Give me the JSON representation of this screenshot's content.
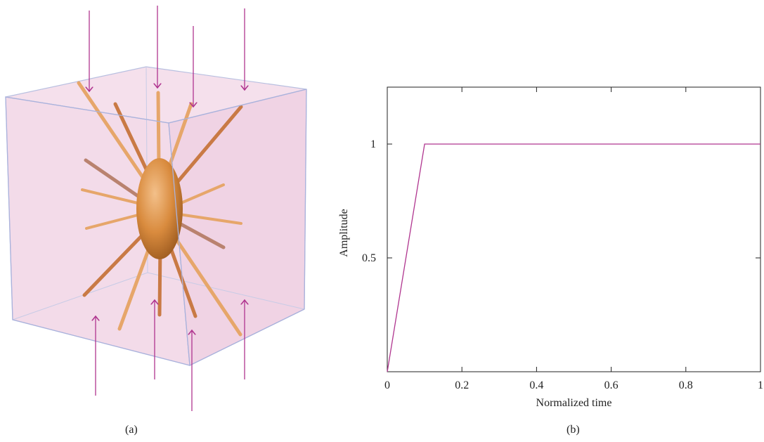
{
  "figure": {
    "panel_a": {
      "label": "(a)",
      "colors": {
        "box_fill": "#f3dbe9",
        "box_edge": "#b8bfe0",
        "arrow": "#b0358f",
        "rod": "#e6a66a",
        "ellipsoid": "#d98b3e"
      },
      "icon": "ellipsoid-with-fibres-in-cube"
    },
    "panel_b": {
      "label": "(b)",
      "chart_data": {
        "type": "line",
        "title": "",
        "xlabel": "Normalized time",
        "ylabel": "Amplitude",
        "xlim": [
          0,
          1
        ],
        "ylim": [
          0,
          1.25
        ],
        "x_ticks": [
          0,
          0.2,
          0.4,
          0.6,
          0.8,
          1
        ],
        "x_tick_labels": [
          "0",
          "0.2",
          "0.4",
          "0.6",
          "0.8",
          "1"
        ],
        "y_ticks": [
          0.5,
          1
        ],
        "y_tick_labels": [
          "0.5",
          "1"
        ],
        "grid": false,
        "series": [
          {
            "color": "#b0358f",
            "x": [
              0,
              0.1,
              1
            ],
            "y": [
              0,
              1,
              1
            ]
          }
        ]
      }
    }
  }
}
